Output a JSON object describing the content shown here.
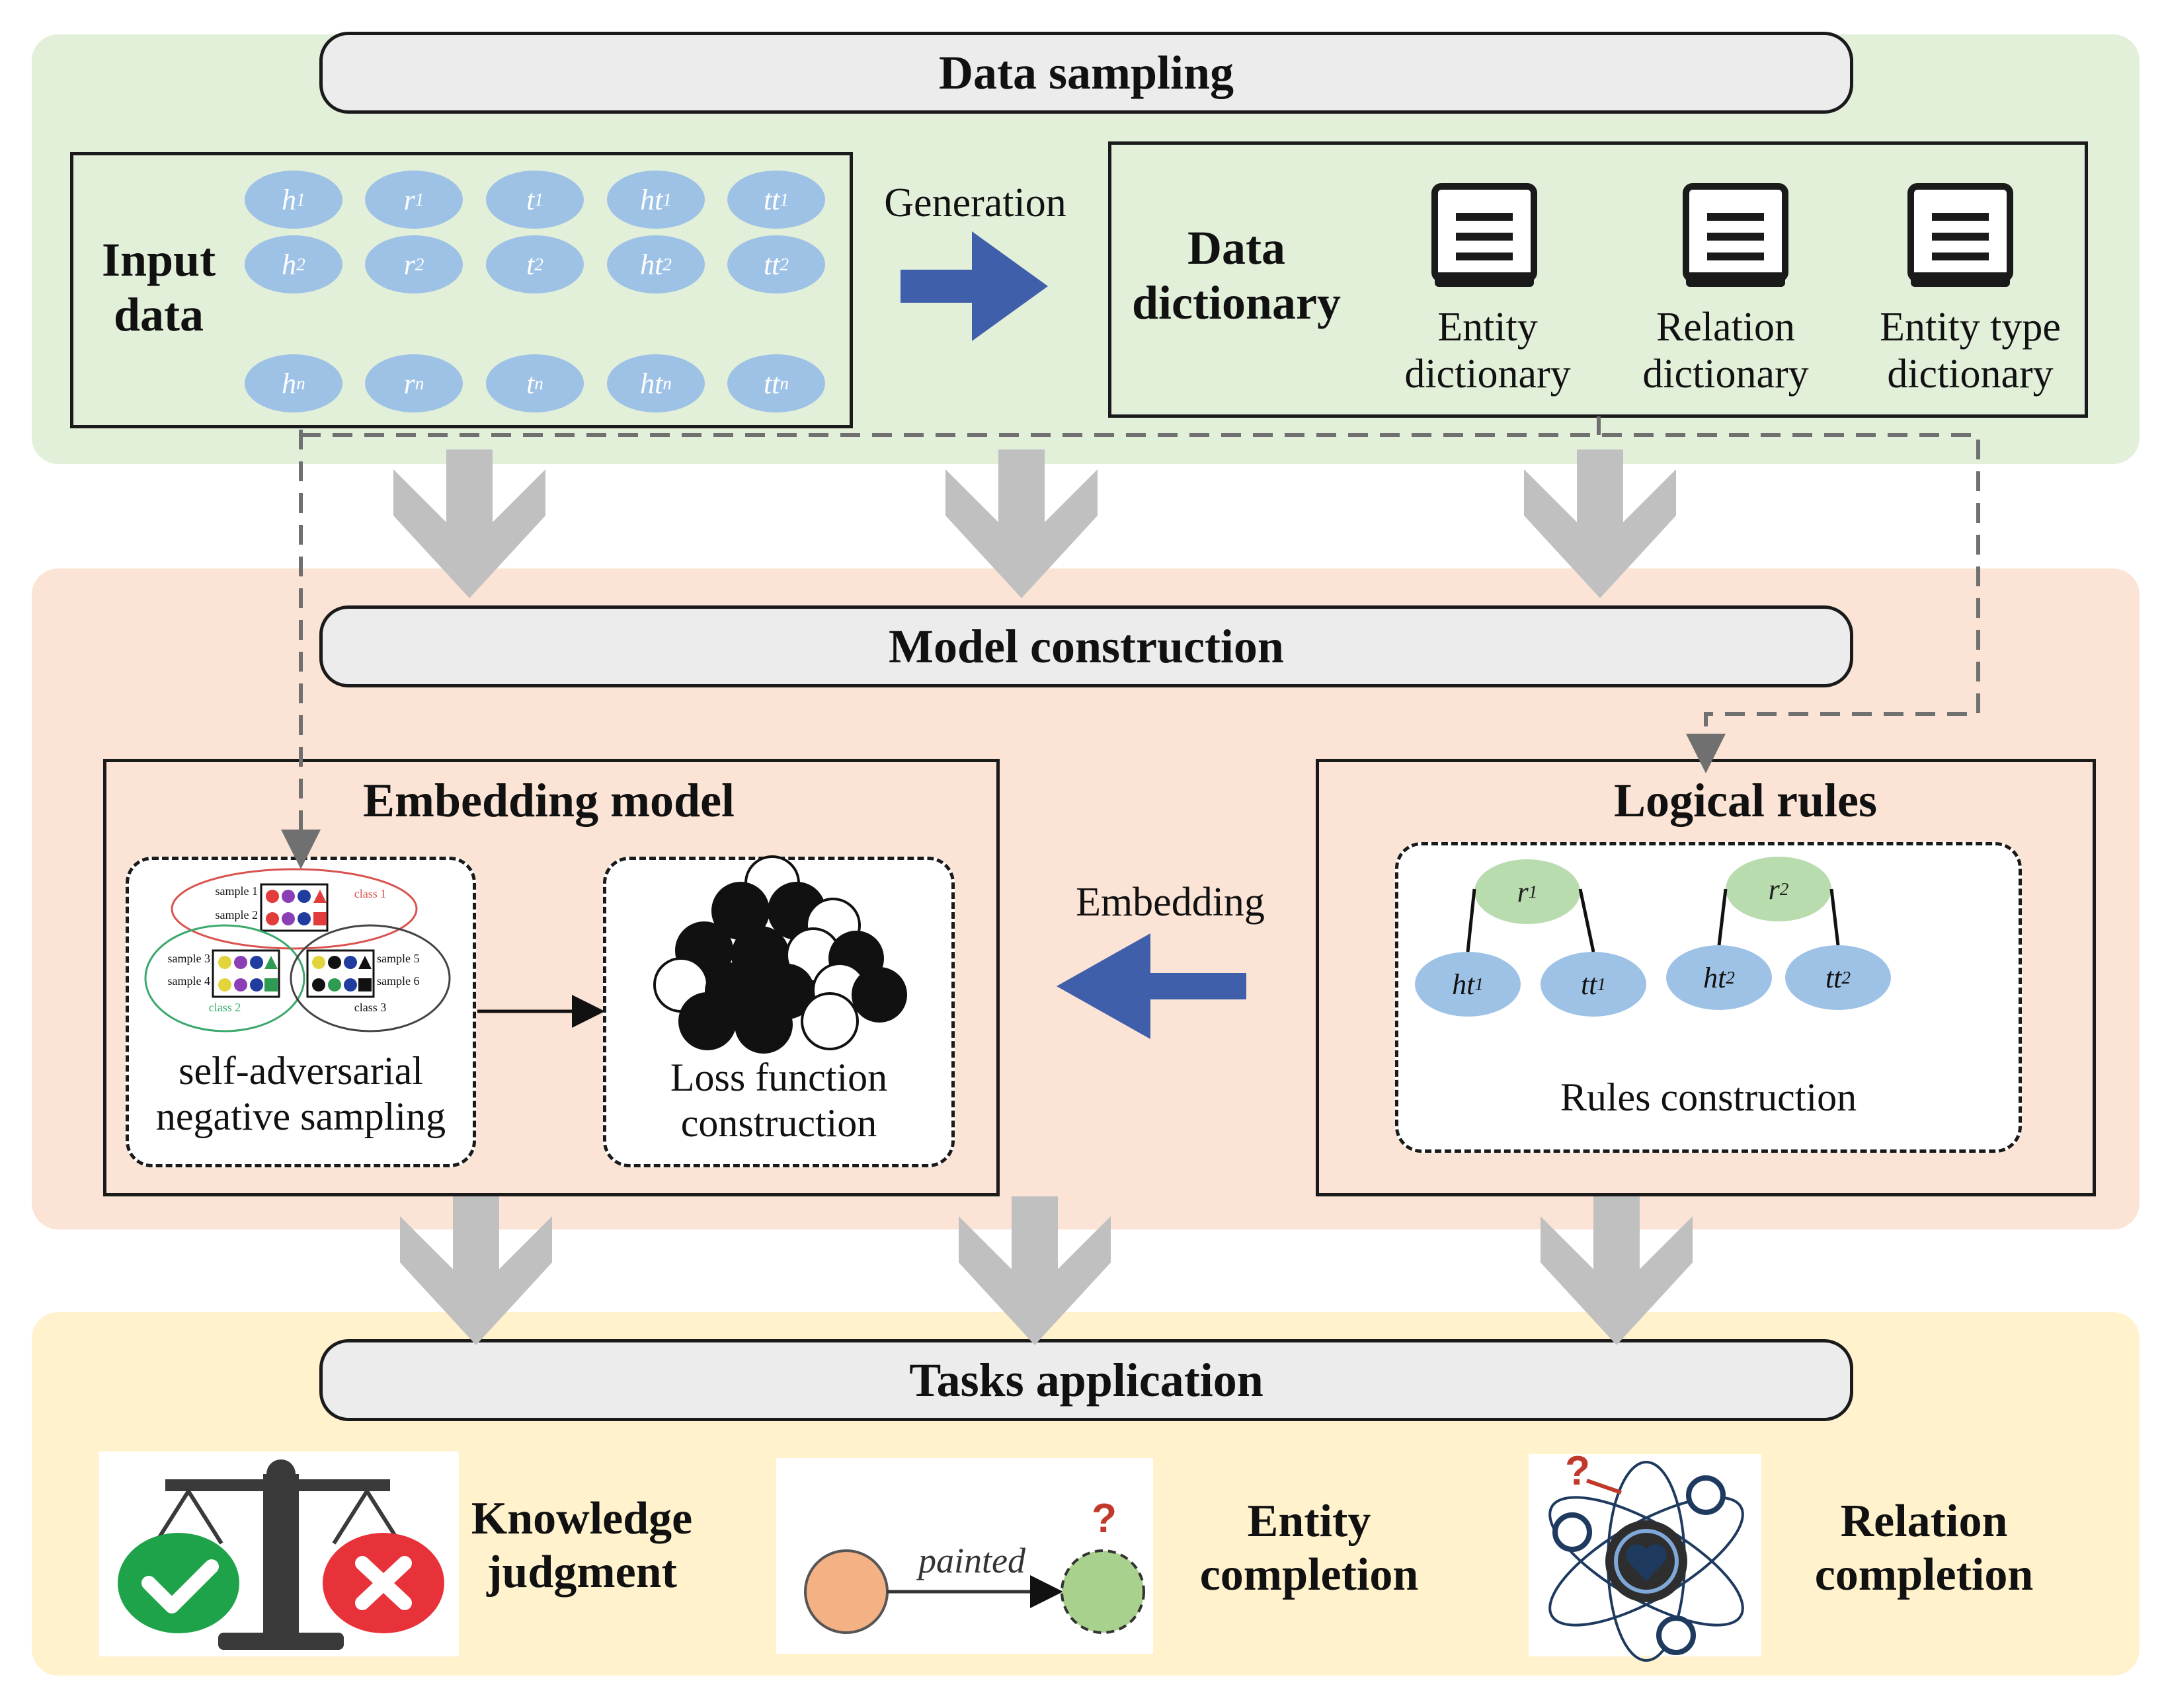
{
  "colors": {
    "sampling_band": "#e2efd9",
    "model_band": "#fbe4d5",
    "tasks_band": "#fff2cc",
    "blue_arrow": "#3f5faa",
    "gray_arrow": "#c0c0c0",
    "node_blue": "#9ec2e6",
    "node_green": "#b9dcae"
  },
  "sections": {
    "data_sampling": "Data sampling",
    "model_construction": "Model construction",
    "tasks_application": "Tasks application"
  },
  "input_data": {
    "title_line1": "Input",
    "title_line2": "data",
    "rows": [
      [
        {
          "v": "h",
          "s": "1"
        },
        {
          "v": "r",
          "s": "1"
        },
        {
          "v": "t",
          "s": "1"
        },
        {
          "v": "ht",
          "s": "1"
        },
        {
          "v": "tt",
          "s": "1"
        }
      ],
      [
        {
          "v": "h",
          "s": "2"
        },
        {
          "v": "r",
          "s": "2"
        },
        {
          "v": "t",
          "s": "2"
        },
        {
          "v": "ht",
          "s": "2"
        },
        {
          "v": "tt",
          "s": "2"
        }
      ],
      [
        {
          "v": "h",
          "s": "n"
        },
        {
          "v": "r",
          "s": "n"
        },
        {
          "v": "t",
          "s": "n"
        },
        {
          "v": "ht",
          "s": "n"
        },
        {
          "v": "tt",
          "s": "n"
        }
      ]
    ]
  },
  "generation_label": "Generation",
  "data_dictionary": {
    "title_line1": "Data",
    "title_line2": "dictionary",
    "items": [
      {
        "line1": "Entity",
        "line2": "dictionary",
        "icon": "book-icon"
      },
      {
        "line1": "Relation",
        "line2": "dictionary",
        "icon": "book-icon"
      },
      {
        "line1": "Entity type",
        "line2": "dictionary",
        "icon": "book-icon"
      }
    ]
  },
  "embedding_model": {
    "title": "Embedding model",
    "sampling_line1": "self-adversarial",
    "sampling_line2": "negative sampling",
    "loss_line1": "Loss function",
    "loss_line2": "construction",
    "mini": {
      "sample1": "sample 1",
      "sample2": "sample 2",
      "class1": "class 1",
      "sample3": "sample 3",
      "sample4": "sample 4",
      "class2": "class 2",
      "sample5": "sample 5",
      "sample6": "sample 6",
      "class3": "class 3"
    }
  },
  "embedding_label": "Embedding",
  "logical_rules": {
    "title": "Logical rules",
    "caption": "Rules construction",
    "tree1": {
      "root": {
        "v": "r",
        "s": "1"
      },
      "left": {
        "v": "ht",
        "s": "1"
      },
      "right": {
        "v": "tt",
        "s": "1"
      }
    },
    "tree2": {
      "root": {
        "v": "r",
        "s": "2"
      },
      "left": {
        "v": "ht",
        "s": "2"
      },
      "right": {
        "v": "tt",
        "s": "2"
      }
    }
  },
  "tasks": [
    {
      "line1": "Knowledge",
      "line2": "judgment",
      "icon": "balance-scale-icon"
    },
    {
      "line1": "Entity",
      "line2": "completion",
      "icon": "entity-graph-icon",
      "edge_label": "painted",
      "question": "?"
    },
    {
      "line1": "Relation",
      "line2": "completion",
      "icon": "relation-atom-icon",
      "question": "?"
    }
  ]
}
